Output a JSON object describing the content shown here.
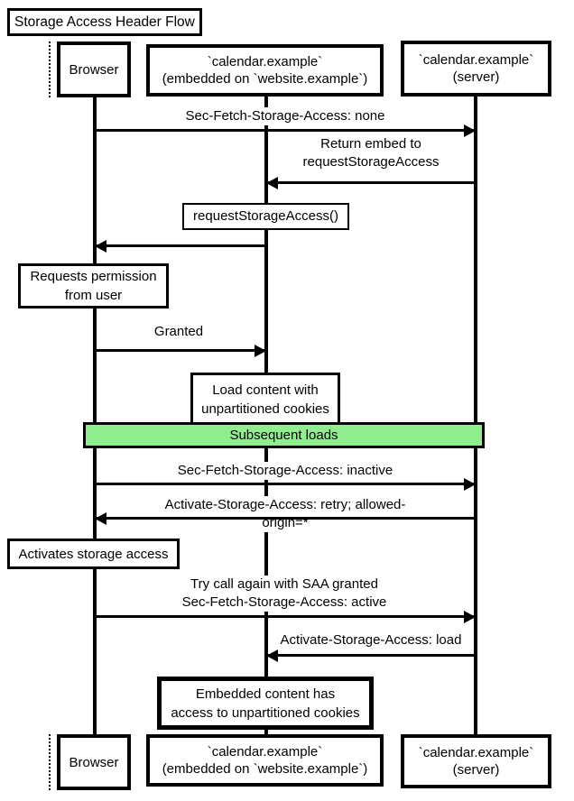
{
  "title": "Storage Access Header Flow",
  "actors": {
    "browser": "Browser",
    "embedded": "`calendar.example`\n(embedded on `website.example`)",
    "server": "`calendar.example`\n(server)"
  },
  "band": {
    "label": "Subsequent loads",
    "color": "#90EE90"
  },
  "messages": [
    {
      "label": "Sec-Fetch-Storage-Access: none",
      "from": "browser",
      "to": "server"
    },
    {
      "label": "Return embed to\nrequestStorageAccess",
      "from": "server",
      "to": "embedded"
    },
    {
      "label": "requestStorageAccess()",
      "from": "embedded",
      "to": "browser",
      "boxed": true
    },
    {
      "label": "Granted",
      "from": "browser",
      "to": "embedded"
    },
    {
      "label": "Sec-Fetch-Storage-Access: inactive",
      "from": "browser",
      "to": "server"
    },
    {
      "label": "Activate-Storage-Access: retry; allowed-origin=*",
      "from": "server",
      "to": "browser"
    },
    {
      "label": "Try call again with SAA granted\nSec-Fetch-Storage-Access: active",
      "from": "browser",
      "to": "server"
    },
    {
      "label": "Activate-Storage-Access: load",
      "from": "server",
      "to": "embedded"
    }
  ],
  "notes": [
    {
      "label": "Requests permission\nfrom user",
      "on": "browser"
    },
    {
      "label": "Load content with\nunpartitioned cookies",
      "on": "embedded"
    },
    {
      "label": "Activates storage access",
      "on": "browser"
    },
    {
      "label": "Embedded content has\naccess to unpartitioned cookies",
      "on": "embedded"
    }
  ],
  "colors": {
    "line": "#000000",
    "background": "#FFFFFF",
    "band_green": "#90EE90"
  }
}
